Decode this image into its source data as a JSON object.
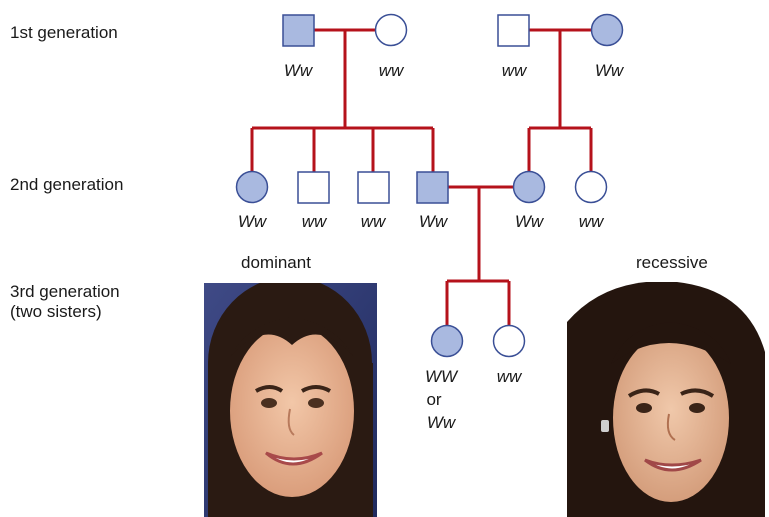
{
  "generations": {
    "first": "1st generation",
    "second": "2nd generation",
    "third_line1": "3rd generation",
    "third_line2": "(two sisters)"
  },
  "captions": {
    "dominant": "dominant",
    "recessive": "recessive"
  },
  "colors": {
    "line": "#b5121b",
    "affected_fill": "#a9b9e0",
    "outline": "#3a4f96",
    "unaffected_fill": "#ffffff"
  },
  "pedigree": {
    "gen1_left_male": "Ww",
    "gen1_left_female": "ww",
    "gen1_right_male": "ww",
    "gen1_right_female": "Ww",
    "gen2_female_1": "Ww",
    "gen2_male_2": "ww",
    "gen2_male_3": "ww",
    "gen2_male_4": "Ww",
    "gen2_female_5": "Ww",
    "gen2_female_6": "ww",
    "gen3_female_affected_line1": "WW",
    "gen3_female_affected_line2": "or",
    "gen3_female_affected_line3": "Ww",
    "gen3_female_unaffected": "ww"
  }
}
